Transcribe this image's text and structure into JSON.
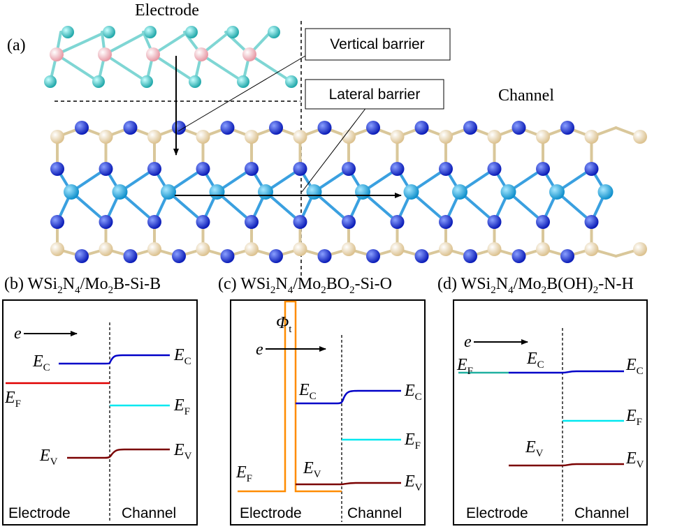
{
  "panel_a": {
    "label": "(a)",
    "electrode": "Electrode",
    "vertical_barrier": "Vertical barrier",
    "lateral_barrier": "Lateral barrier",
    "channel": "Channel"
  },
  "panel_b": {
    "label": "(b) WSi",
    "sub1": "2",
    "mid": "N",
    "sub2": "4",
    "rest": "/Mo",
    "sub3": "2",
    "tail": "B-Si-B",
    "electrode": "Electrode",
    "channel": "Channel"
  },
  "panel_c": {
    "label": "(c) WSi",
    "sub1": "2",
    "mid": "N",
    "sub2": "4",
    "rest": "/Mo",
    "sub3": "2",
    "mid2": "BO",
    "sub4": "2",
    "tail": "-Si-O",
    "electrode": "Electrode",
    "channel": "Channel",
    "phi": "Φ",
    "phi_sub": "t"
  },
  "panel_d": {
    "label": "(d) WSi",
    "sub1": "2",
    "mid": "N",
    "sub2": "4",
    "rest": "/Mo",
    "sub3": "2",
    "mid2": "B(OH)",
    "sub4": "2",
    "tail": "-N-H",
    "electrode": "Electrode",
    "channel": "Channel"
  },
  "symbols": {
    "e": "e",
    "E": "E",
    "C": "C",
    "F": "F",
    "V": "V"
  },
  "colors": {
    "ec": "#0000c8",
    "ef_red": "#e00000",
    "ef_cyan": "#00e8f0",
    "ev": "#7a0000",
    "barrier": "#ff8c00",
    "atom_b": "#f5b8c0",
    "atom_mo": "#3ccfd0",
    "atom_n": "#1530d8",
    "atom_si": "#f2dcb0",
    "atom_w": "#20b0e8"
  }
}
